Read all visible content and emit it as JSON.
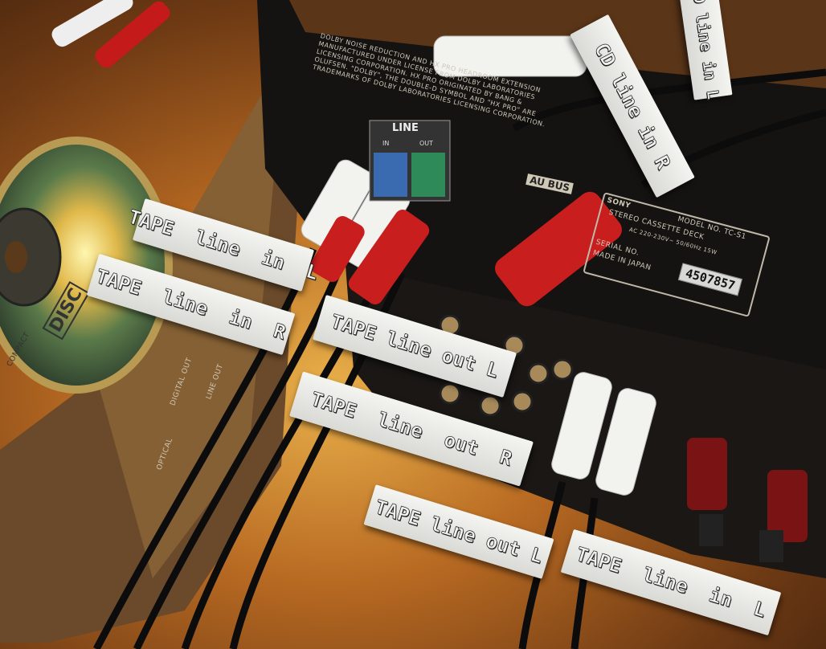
{
  "labels": {
    "tape_in_l_1": "TAPE  line  in  L",
    "tape_in_r": "TAPE  line  in  R",
    "tape_out_l_1": "TAPE line out L",
    "tape_out_r": "TAPE  line  out  R",
    "tape_out_l_2": "TAPE line out L",
    "tape_in_l_2": "TAPE  line  in  L",
    "cd_in_r": "CD line in R",
    "cd_in_l": "CD line in L"
  },
  "deck": {
    "legal_text": "DOLBY NOISE REDUCTION AND HX PRO HEADROOM EXTENSION MANUFACTURED UNDER LICENSE FROM DOLBY LABORATORIES LICENSING CORPORATION. HX PRO ORIGINATED BY BANG & OLUFSEN. \"DOLBY\", THE DOUBLE-D SYMBOL AND \"HX PRO\" ARE TRADEMARKS OF DOLBY LABORATORIES LICENSING CORPORATION.",
    "line_label": "LINE",
    "in_label": "IN",
    "out_label": "OUT",
    "au_bus": "AU BUS",
    "brand": "SONY",
    "model": "MODEL NO. TC-S1",
    "product": "STEREO CASSETTE DECK",
    "power": "AC 220-230V~ 50/60Hz 15W",
    "serial_label": "SERIAL NO.",
    "made_in": "MADE IN JAPAN",
    "serial": "4507857"
  },
  "player": {
    "digital_out": "DIGITAL OUT",
    "optical": "OPTICAL",
    "line_out": "LINE OUT"
  },
  "disc": {
    "logo": "DISC",
    "brand": "COMPACT"
  },
  "colors": {
    "cable_red": "#c81e1e",
    "plug_white": "#f2f2ee",
    "deck": "#141210",
    "tag": "#e9e9e5"
  }
}
